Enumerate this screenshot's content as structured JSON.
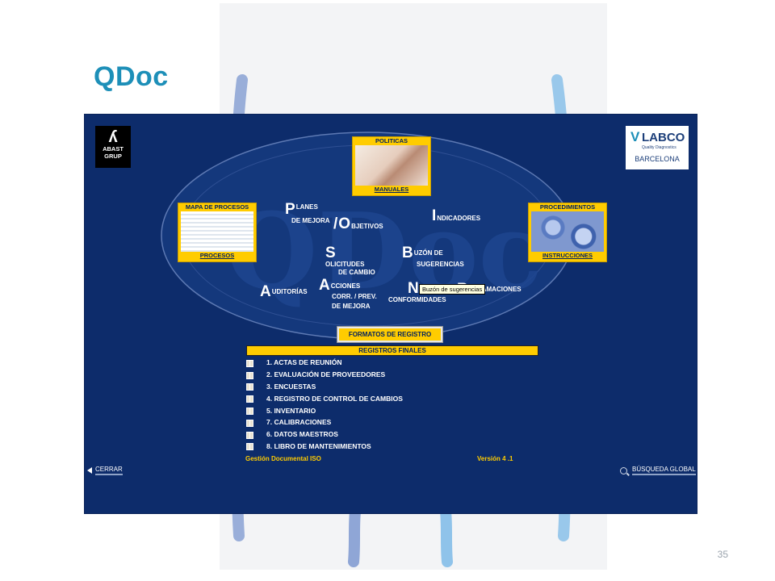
{
  "slide": {
    "title": "QDoc",
    "page_number": "35"
  },
  "logos": {
    "abast": {
      "mark": "ʎ",
      "line1": "ABAST",
      "line2": "GRUP"
    },
    "labco": {
      "name": "LABCO",
      "tagline": "Quality Diagnostics",
      "city": "BARCELONA"
    }
  },
  "tiles": {
    "politicas": {
      "top": "POLITICAS",
      "bottom": "MANUALES",
      "image": "pen-writing-image"
    },
    "procesos": {
      "top": "MAPA DE PROCESOS",
      "bottom": "PROCESOS",
      "image": "document-image"
    },
    "procedimientos": {
      "top": "PROCEDIMIENTOS",
      "bottom": "INSTRUCCIONES",
      "image": "gears-image"
    }
  },
  "menu": {
    "planes": {
      "initial": "P",
      "line1": "LANES",
      "line2": "DE MEJORA"
    },
    "objetivos": {
      "prefix": "/",
      "initial": "O",
      "rest": "BJETIVOS"
    },
    "indicadores": {
      "initial": "I",
      "rest": "NDICADORES"
    },
    "solicitudes": {
      "initial": "S",
      "line1": "OLICITUDES",
      "line2": "DE CAMBIO"
    },
    "buzon": {
      "initial": "B",
      "line1": "UZÓN DE",
      "line2": "SUGERENCIAS"
    },
    "auditorias": {
      "initial": "A",
      "rest": "UDITORÍAS"
    },
    "acciones": {
      "initial": "A",
      "line1": "CCIONES",
      "line2": "CORR. / PREV.",
      "line3": "DE MEJORA"
    },
    "no_conformidades": {
      "initial": "N",
      "line2": "CONFORMIDADES"
    },
    "reclamaciones": {
      "initial": "R",
      "rest": "ECLAMACIONES"
    }
  },
  "tooltip": "Buzón de sugerencias",
  "formatos_button": "FORMATOS DE REGISTRO",
  "registros": {
    "header": "REGISTROS FINALES",
    "items": [
      "1. ACTAS DE REUNIÓN",
      "2. EVALUACIÓN DE PROVEEDORES",
      "3. ENCUESTAS",
      "4. REGISTRO DE CONTROL DE CAMBIOS",
      "5. INVENTARIO",
      "7. CALIBRACIONES",
      "6. DATOS MAESTROS",
      "8. LIBRO DE MANTENIMIENTOS"
    ]
  },
  "footer": {
    "left": "Gestión Documental ISO",
    "right": "Versión 4 .1"
  },
  "buttons": {
    "cerrar": "CERRAR",
    "busqueda": "BÚSQUEDA GLOBAL"
  },
  "colors": {
    "app_bg": "#0d2c6b",
    "accent": "#ffcc00",
    "title": "#1d8fb8"
  }
}
